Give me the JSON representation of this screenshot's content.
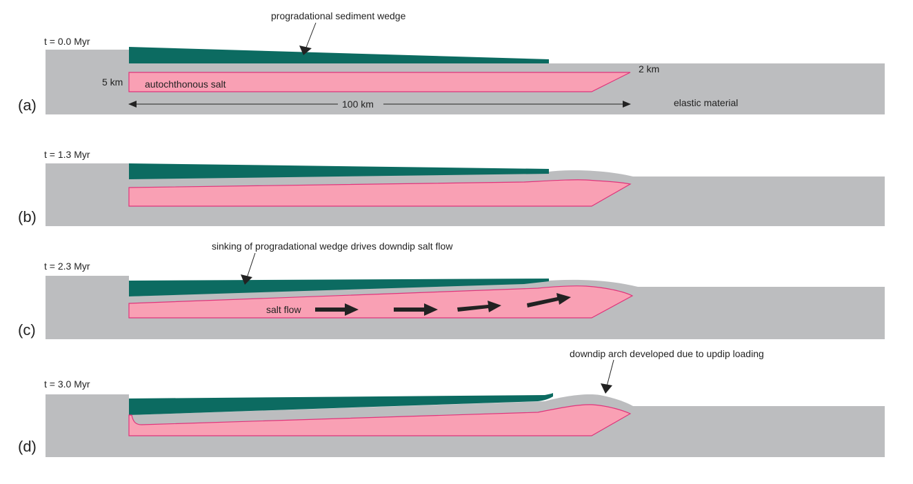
{
  "panels": [
    {
      "letter": "(a)",
      "time": "t = 0.0 Myr",
      "annotation": "progradational sediment wedge",
      "left_thickness": "5 km",
      "right_thickness": "2 km",
      "salt_label": "autochthonous salt",
      "length_label": "100 km",
      "material_label": "elastic material"
    },
    {
      "letter": "(b)",
      "time": "t = 1.3 Myr"
    },
    {
      "letter": "(c)",
      "time": "t = 2.3 Myr",
      "annotation": "sinking of progradational wedge drives downdip salt flow",
      "flow_label": "salt flow"
    },
    {
      "letter": "(d)",
      "time": "t = 3.0 Myr",
      "annotation": "downdip arch developed due to updip loading"
    }
  ],
  "colors": {
    "elastic_material": "#bcbdbf",
    "sediment_wedge": "#0c6b61",
    "salt_fill": "#f9a0b4",
    "salt_outline": "#e0337a"
  }
}
